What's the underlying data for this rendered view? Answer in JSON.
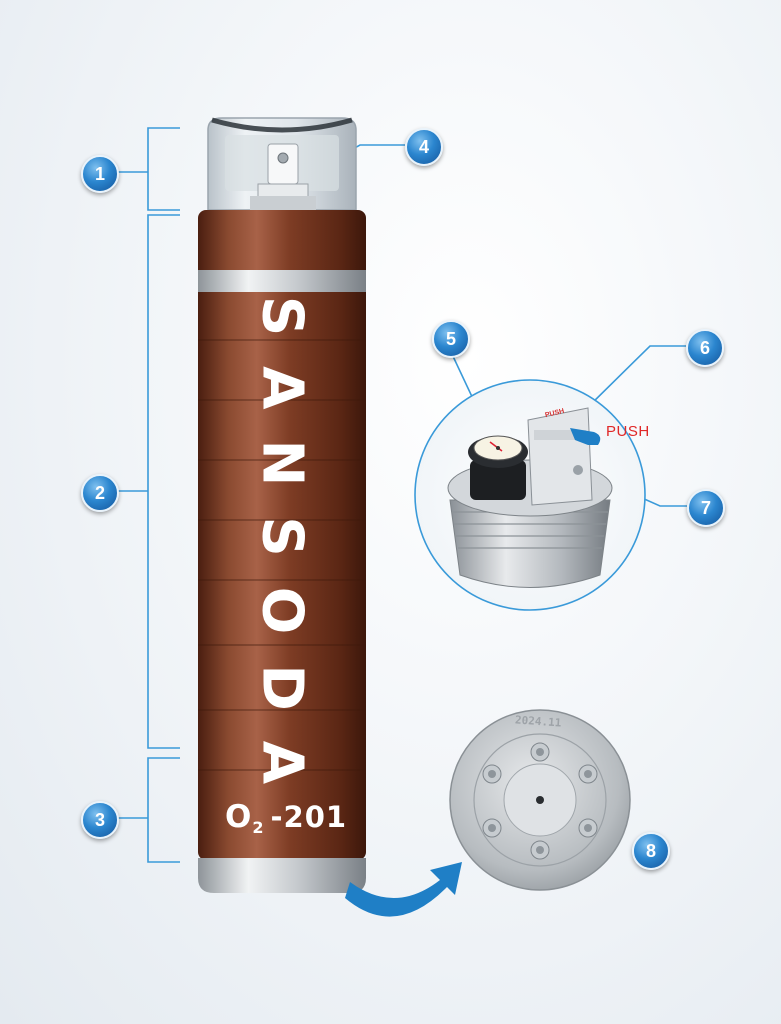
{
  "product": {
    "brand": "SANSODA",
    "model_prefix": "O",
    "model_subscript": "2",
    "model_number": "-201",
    "push_label": "PUSH",
    "push_label_small": "PUSH",
    "date_stamp": "2024.11"
  },
  "callouts": [
    {
      "number": "1",
      "target": "top cap"
    },
    {
      "number": "2",
      "target": "cylinder body"
    },
    {
      "number": "3",
      "target": "base"
    },
    {
      "number": "4",
      "target": "nozzle"
    },
    {
      "number": "5",
      "target": "pressure gauge"
    },
    {
      "number": "6",
      "target": "push button"
    },
    {
      "number": "7",
      "target": "valve"
    },
    {
      "number": "8",
      "target": "bottom plate"
    }
  ],
  "colors": {
    "callout_blue": "#2b86cf",
    "leader_line": "#3a9ad9",
    "body_copper": "#7a3a22",
    "push_red": "#e02828",
    "arrow_blue": "#1f7fc6"
  }
}
